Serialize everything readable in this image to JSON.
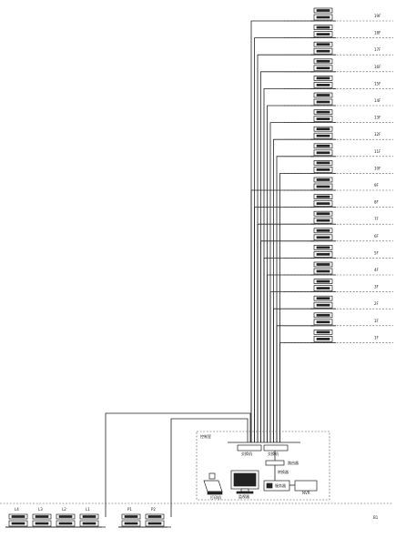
{
  "floor_labels": [
    "19F",
    "18F",
    "17F",
    "16F",
    "15F",
    "14F",
    "13F",
    "12F",
    "11F",
    "10F",
    "9F",
    "8F",
    "7F",
    "6F",
    "5F",
    "4F",
    "3F",
    "2F",
    "1F",
    "1F"
  ],
  "basement_label": "B1",
  "basement_left_groups": [
    {
      "label": "L4"
    },
    {
      "label": "L3"
    },
    {
      "label": "L2"
    },
    {
      "label": "L1"
    }
  ],
  "basement_mid_groups": [
    {
      "label": "P1"
    },
    {
      "label": "P2"
    }
  ],
  "control_room": {
    "label": "控制室",
    "switch_left": "交换机",
    "switch_right": "交换机",
    "router": "路由器",
    "printer": "打印机",
    "monitor": "监视器",
    "server": "服务器",
    "nvr": "NVR",
    "converter": "转换器"
  }
}
